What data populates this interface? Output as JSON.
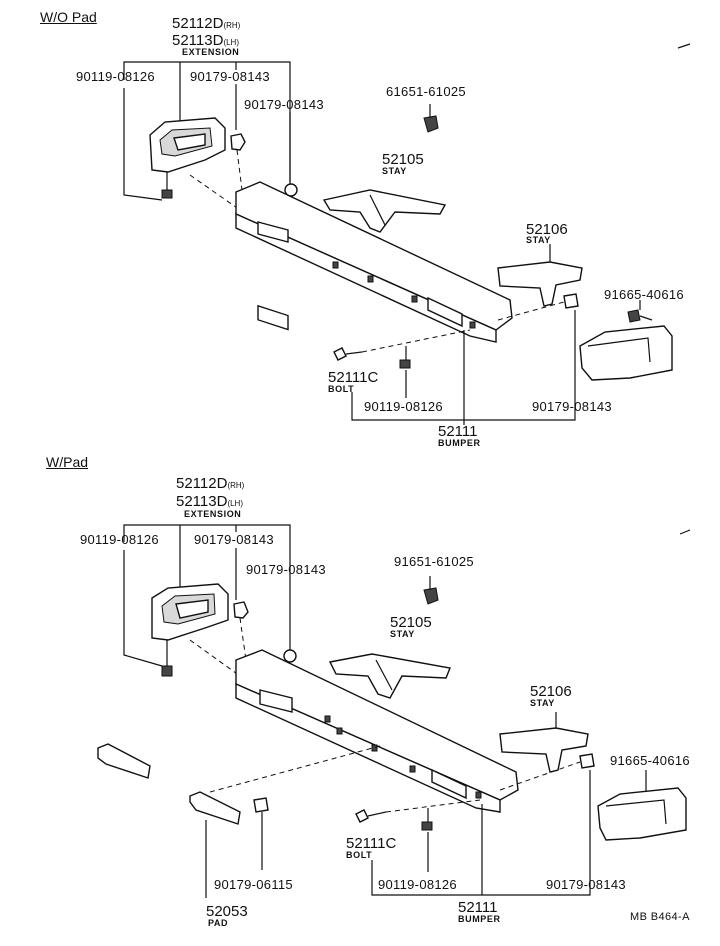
{
  "top": {
    "heading": "W/O Pad",
    "ext_rh_num": "52112D",
    "ext_rh_side": "(RH)",
    "ext_lh_num": "52113D",
    "ext_lh_side": "(LH)",
    "ext_caption": "EXTENSION",
    "bolt_a": "90119-08126",
    "nut_a": "90179-08143",
    "nut_b": "90179-08143",
    "clip": "61651-61025",
    "stay1_num": "52105",
    "stay1_caption": "STAY",
    "stay2_num": "52106",
    "stay2_caption": "STAY",
    "screw": "91665-40616",
    "bolt_num": "52111C",
    "bolt_caption": "BOLT",
    "bolt_b": "90119-08126",
    "nut_c": "90179-08143",
    "bumper_num": "52111",
    "bumper_caption": "BUMPER"
  },
  "bottom": {
    "heading": "W/Pad",
    "ext_rh_num": "52112D",
    "ext_rh_side": "(RH)",
    "ext_lh_num": "52113D",
    "ext_lh_side": "(LH)",
    "ext_caption": "EXTENSION",
    "bolt_a": "90119-08126",
    "nut_a": "90179-08143",
    "nut_b": "90179-08143",
    "clip": "91651-61025",
    "stay1_num": "52105",
    "stay1_caption": "STAY",
    "stay2_num": "52106",
    "stay2_caption": "STAY",
    "screw": "91665-40616",
    "bolt_num": "52111C",
    "bolt_caption": "BOLT",
    "bolt_b": "90119-08126",
    "nut_c": "90179-08143",
    "pad_nut": "90179-06115",
    "pad_num": "52053",
    "pad_caption": "PAD",
    "bumper_num": "52111",
    "bumper_caption": "BUMPER"
  },
  "footer_code": "MB B464-A"
}
